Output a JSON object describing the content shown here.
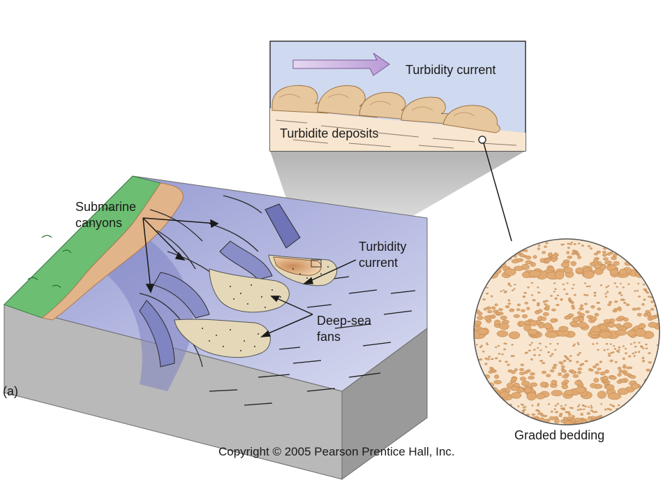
{
  "labels": {
    "inset_top": "Turbidity current",
    "inset_bottom": "Turbidite deposits",
    "canyons_line1": "Submarine",
    "canyons_line2": "canyons",
    "current_line1": "Turbidity",
    "current_line2": "current",
    "fans_line1": "Deep-sea",
    "fans_line2": "fans",
    "panel": "(a)",
    "graded": "Graded bedding",
    "copyright": "Copyright © 2005 Pearson Prentice Hall, Inc."
  },
  "colors": {
    "sea_floor": "#a8acd8",
    "land_green": "#6cbf72",
    "beach": "#e2b48a",
    "fan_fill": "#e4d8b8",
    "block_side": "#b9b9b9",
    "inset_water": "#cfd9ef",
    "sediment_bg": "#f8e6d0",
    "grain": "#e0aa72"
  }
}
